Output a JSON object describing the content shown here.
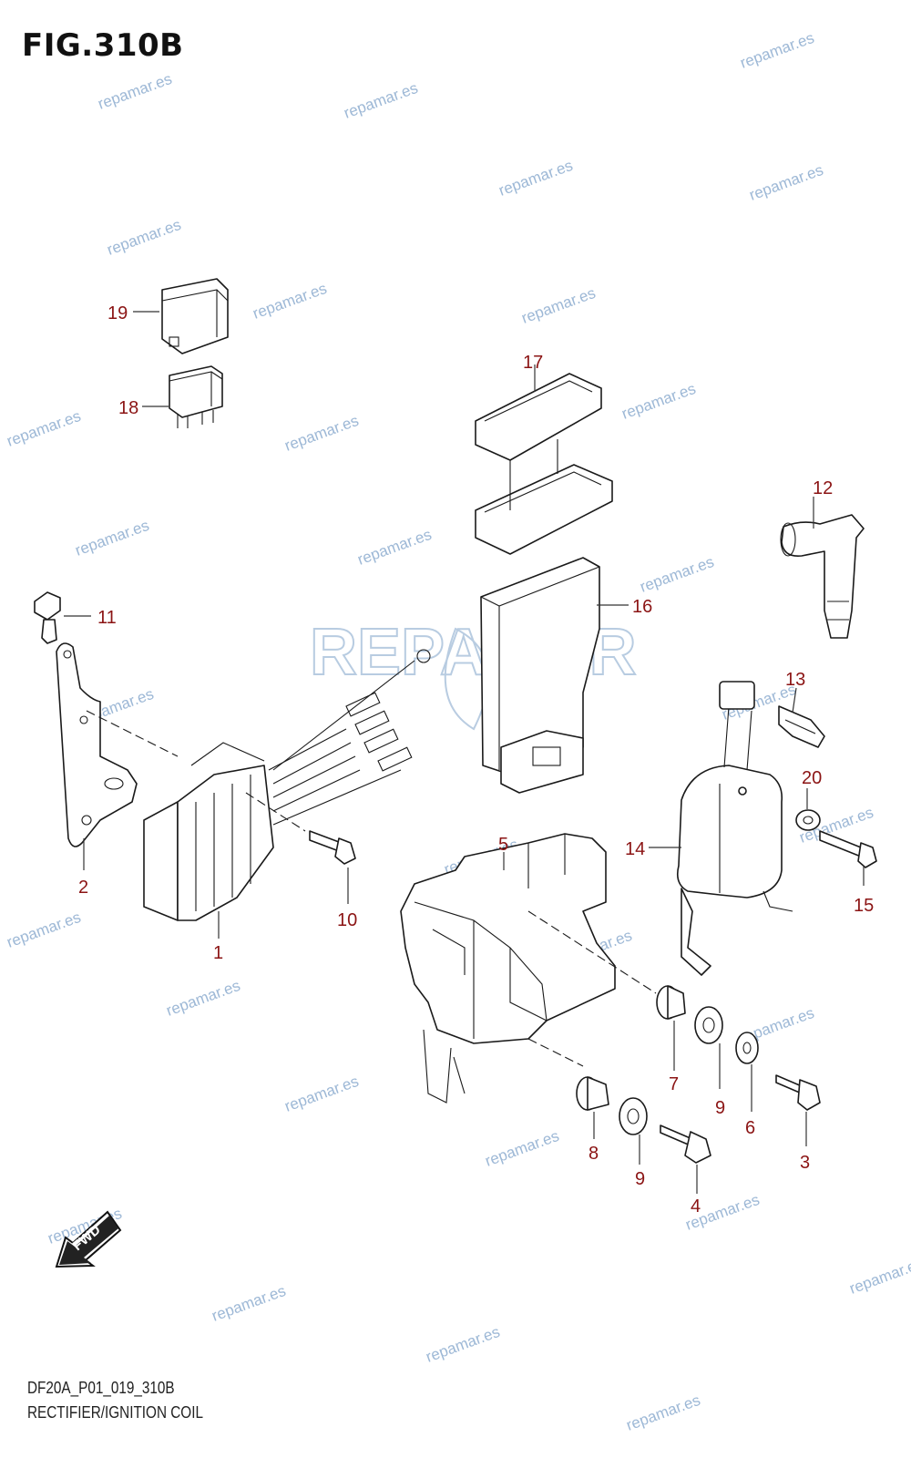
{
  "figure": {
    "title": "FIG.310B",
    "code": "DF20A_P01_019_310B",
    "name": "RECTIFIER/IGNITION COIL"
  },
  "watermark": {
    "text": "repamar.es",
    "logo_text": "REPAMAR",
    "color": "#9db8d6"
  },
  "fwd_label": "FWD",
  "callout_color": "#8b1414",
  "callouts": [
    "1",
    "2",
    "3",
    "4",
    "5",
    "6",
    "7",
    "8",
    "9",
    "9",
    "10",
    "11",
    "12",
    "13",
    "14",
    "15",
    "16",
    "17",
    "18",
    "19",
    "20"
  ]
}
